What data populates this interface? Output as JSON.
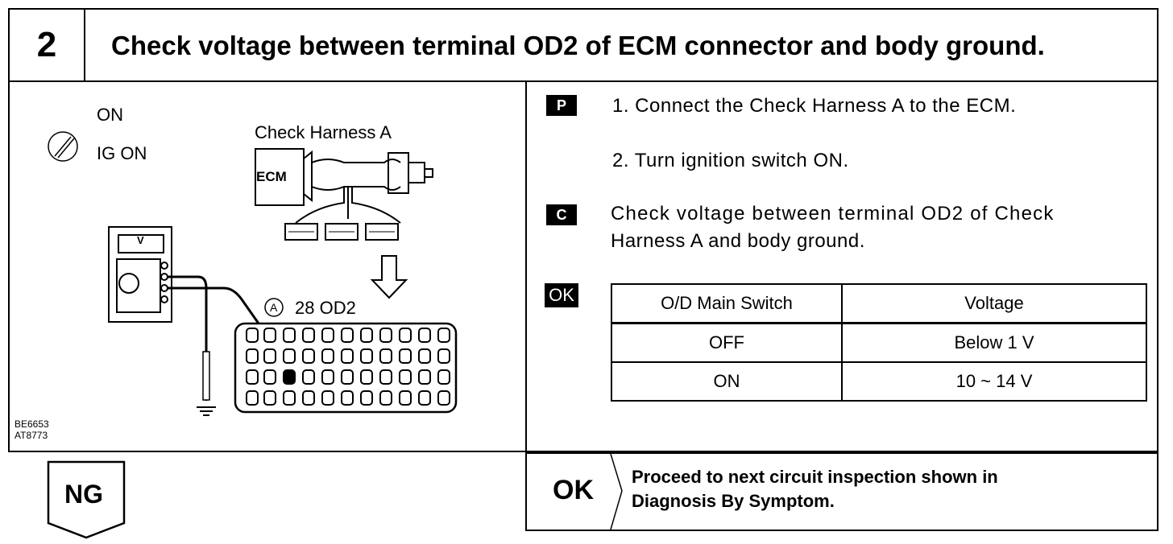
{
  "header": {
    "step_number": "2",
    "title": "Check voltage between terminal OD2 of ECM connector and body ground."
  },
  "illustration": {
    "ignition_on": "ON",
    "ignition_ig_on": "IG ON",
    "check_harness_label": "Check Harness A",
    "ecm_label": "ECM",
    "voltmeter_label": "V",
    "terminal_label": "28 OD2",
    "terminal_marker": "A",
    "ref_code_1": "BE6653",
    "ref_code_2": "AT8773"
  },
  "procedure": {
    "prep_badge": "P",
    "step1": "1. Connect the Check Harness A to the ECM.",
    "step2": "2. Turn ignition switch ON.",
    "check_badge": "C",
    "check_line1": "Check voltage between terminal OD2 of Check",
    "check_line2": "Harness A and body ground.",
    "ok_badge": "OK"
  },
  "voltage_table": {
    "headers": [
      "O/D Main Switch",
      "Voltage"
    ],
    "rows": [
      [
        "OFF",
        "Below 1 V"
      ],
      [
        "ON",
        "10 ~ 14 V"
      ]
    ]
  },
  "results": {
    "ng_label": "NG",
    "ok_label": "OK",
    "ok_text_line1": "Proceed to next circuit inspection shown in",
    "ok_text_line2": "Diagnosis By Symptom."
  }
}
